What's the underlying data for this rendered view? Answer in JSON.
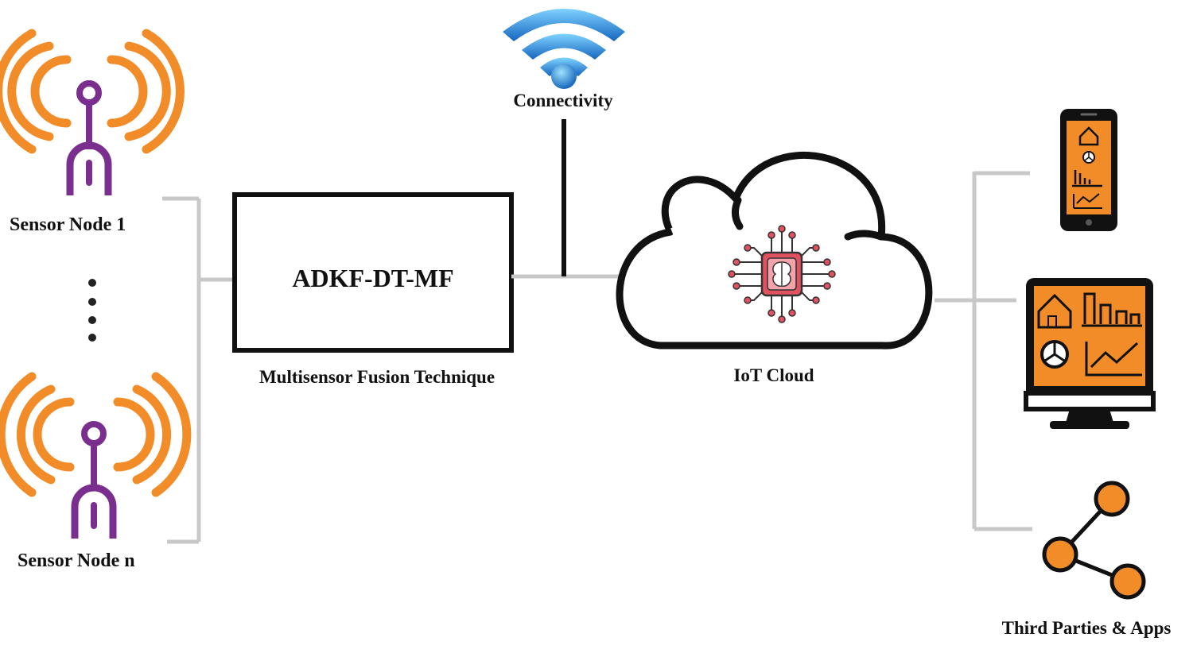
{
  "fusion_box": {
    "label": "ADKF-DT-MF",
    "caption": "Multisensor Fusion Technique"
  },
  "sensors": [
    {
      "label": "Sensor Node 1"
    },
    {
      "label": "Sensor Node n"
    }
  ],
  "connectivity": {
    "label": "Connectivity"
  },
  "cloud": {
    "label": "IoT Cloud"
  },
  "apps": {
    "label": "Third Parties & Apps"
  },
  "colors": {
    "orange": "#f28c28",
    "purple": "#7a2f8f",
    "connector_gray": "#c8c8c8",
    "wifi_blue": "#1e88e5",
    "chip_red": "#e0525f"
  }
}
